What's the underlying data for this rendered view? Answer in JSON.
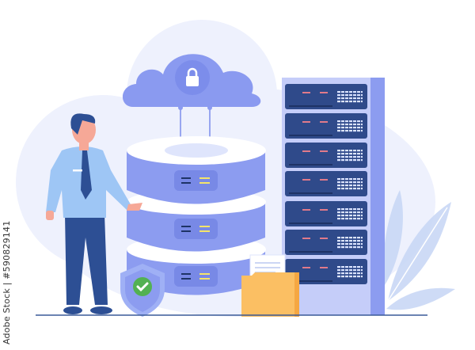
{
  "illustration": {
    "subject": "Cloud database security",
    "elements": [
      "cloud-with-lock",
      "stacked-database",
      "server-rack",
      "businessman",
      "security-shield",
      "document-folder",
      "leaf-decoration"
    ]
  },
  "watermark": {
    "text": "Adobe Stock | #590829141"
  },
  "colors": {
    "background_blob": "#eef1fd",
    "cloud": "#8a9af0",
    "database": "#8c9cf0",
    "database_light": "#b9c4f7",
    "server_body": "#c5cdf9",
    "server_unit": "#2f4a8a",
    "server_led_red": "#e07a8a",
    "server_led_blue": "#bcd0ff",
    "shirt": "#9ec6f5",
    "pants": "#2d4f94",
    "tie": "#2d4f94",
    "skin": "#f6a897",
    "hair": "#2d4f94",
    "shield": "#9fb0f5",
    "check": "#52b152",
    "folder": "#fbbf63",
    "leaf": "#c9d8f6",
    "ground_line": "#3a5a98"
  },
  "server_rack": {
    "unit_count": 7
  },
  "database": {
    "tier_count": 3
  }
}
